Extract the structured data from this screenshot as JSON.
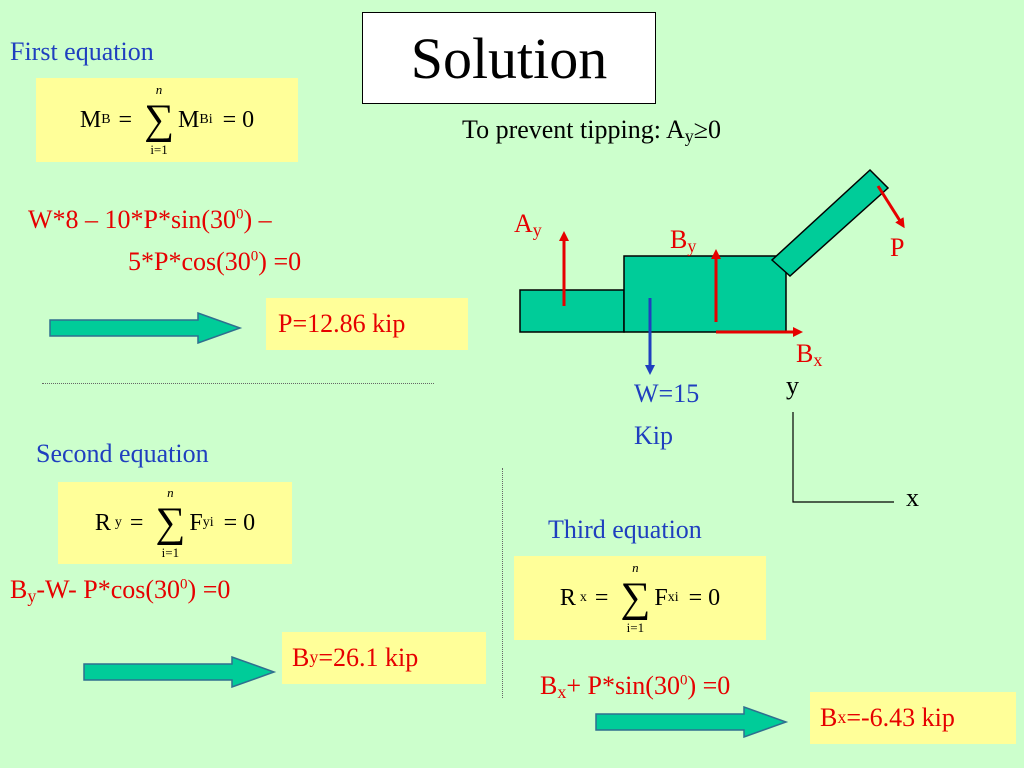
{
  "title": "Solution",
  "first": {
    "heading": "First equation",
    "eq_lhs": "M",
    "eq_lhs_sub": "B",
    "eq_sigma_top": "n",
    "eq_sigma_bot": "i=1",
    "eq_term": "M",
    "eq_term_sub": "Bi",
    "eq_rhs": "= 0",
    "work_line1": "W*8 – 10*P*sin(30",
    "work_line1_sup": "0",
    "work_line1_end": ") –",
    "work_line2": "5*P*cos(30",
    "work_line2_sup": "0",
    "work_line2_end": ") =0",
    "result": "P=12.86 kip"
  },
  "tipping": {
    "text": "To prevent tipping: A",
    "sub": "y",
    "end": "≥0"
  },
  "second": {
    "heading": "Second equation",
    "eq_lhs": "R",
    "eq_lhs_sub": "y",
    "eq_sigma_top": "n",
    "eq_sigma_bot": "i=1",
    "eq_term": "F",
    "eq_term_sub": "yi",
    "eq_rhs": "= 0",
    "work_a": "B",
    "work_a_sub": "y",
    "work_b": "-W- P*cos(30",
    "work_b_sup": "0",
    "work_b_end": ") =0",
    "result_a": "B",
    "result_a_sub": "y",
    "result_b": "=26.1 kip"
  },
  "third": {
    "heading": "Third equation",
    "eq_lhs": "R",
    "eq_lhs_sub": "x",
    "eq_sigma_top": "n",
    "eq_sigma_bot": "i=1",
    "eq_term": "F",
    "eq_term_sub": "xi",
    "eq_rhs": "= 0",
    "work_a": "B",
    "work_a_sub": "x",
    "work_b": "+ P*sin(30",
    "work_b_sup": "0",
    "work_b_end": ") =0",
    "result_a": "B",
    "result_a_sub": "x",
    "result_b": "=-6.43 kip"
  },
  "diagram": {
    "ay": "A",
    "ay_sub": "y",
    "by": "B",
    "by_sub": "y",
    "bx": "B",
    "bx_sub": "x",
    "p": "P",
    "w_line1": "W=15",
    "w_line2": "Kip",
    "axis_y": "y",
    "axis_x": "x"
  },
  "colors": {
    "background": "#ccffcc",
    "box": "#ffff99",
    "block": "#00cc99",
    "force": "#e60000",
    "weight": "#1f3fbf"
  }
}
